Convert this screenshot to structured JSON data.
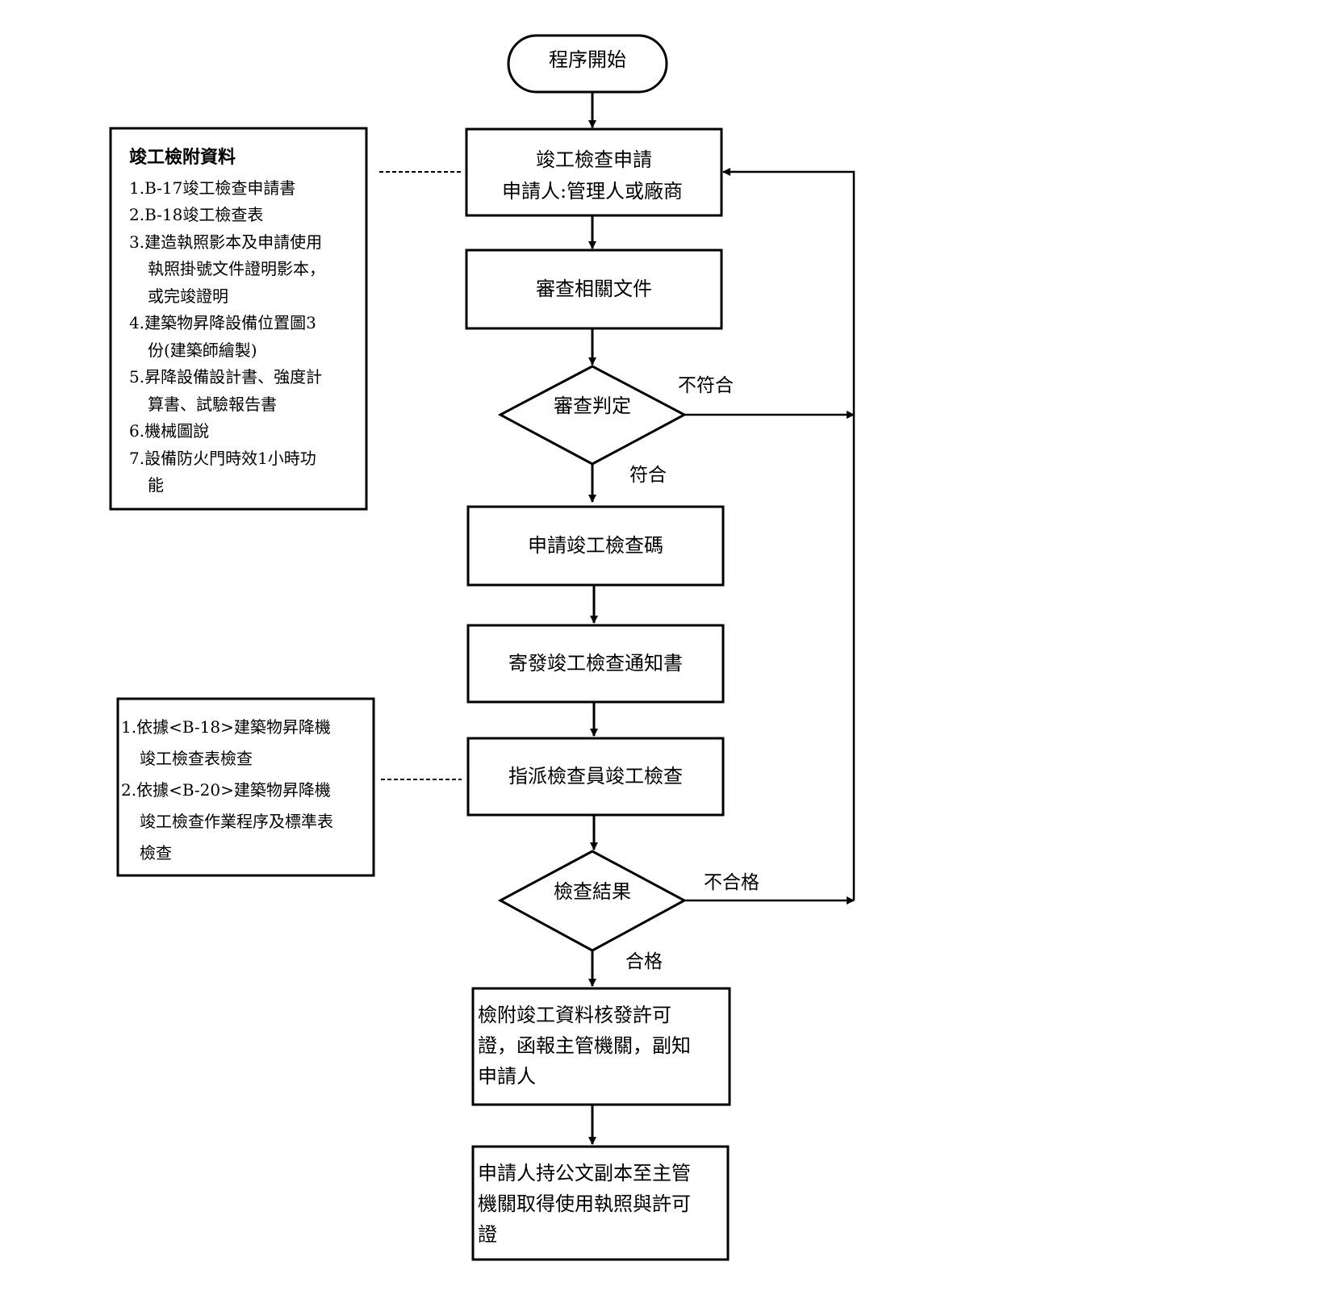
{
  "flow": {
    "start": "程序開始",
    "apply": [
      "竣工檢查申請",
      "申請人:管理人或廠商"
    ],
    "review_docs": "審查相關文件",
    "review_decision": "審查判定",
    "review_fail": "不符合",
    "review_pass": "符合",
    "apply_code": "申請竣工檢查碼",
    "send_notice": "寄發竣工檢查通知書",
    "assign_inspector": "指派檢查員竣工檢查",
    "inspect_result": "檢查結果",
    "inspect_fail": "不合格",
    "inspect_pass": "合格",
    "issue_permit": [
      "檢附竣工資料核發許可",
      "證，函報主管機關，副知",
      "申請人"
    ],
    "obtain_license": [
      "申請人持公文副本至主管",
      "機關取得使用執照與許可",
      "證"
    ]
  },
  "attachments": {
    "title": "竣工檢附資料",
    "lines": [
      "1.B-17竣工檢查申請書",
      "2.B-18竣工檢查表",
      "3.建造執照影本及申請使用",
      "執照掛號文件證明影本，",
      "或完竣證明",
      "4.建築物昇降設備位置圖3",
      "份(建築師繪製)",
      "5.昇降設備設計書、強度計",
      "算書、試驗報告書",
      "6.機械圖說",
      "7.設備防火門時效1小時功",
      "能"
    ]
  },
  "inspection_basis": {
    "lines": [
      "1.依據<B-18>建築物昇降機",
      "竣工檢查表檢查",
      "2.依據<B-20>建築物昇降機",
      "竣工檢查作業程序及標準表",
      "檢查"
    ]
  }
}
